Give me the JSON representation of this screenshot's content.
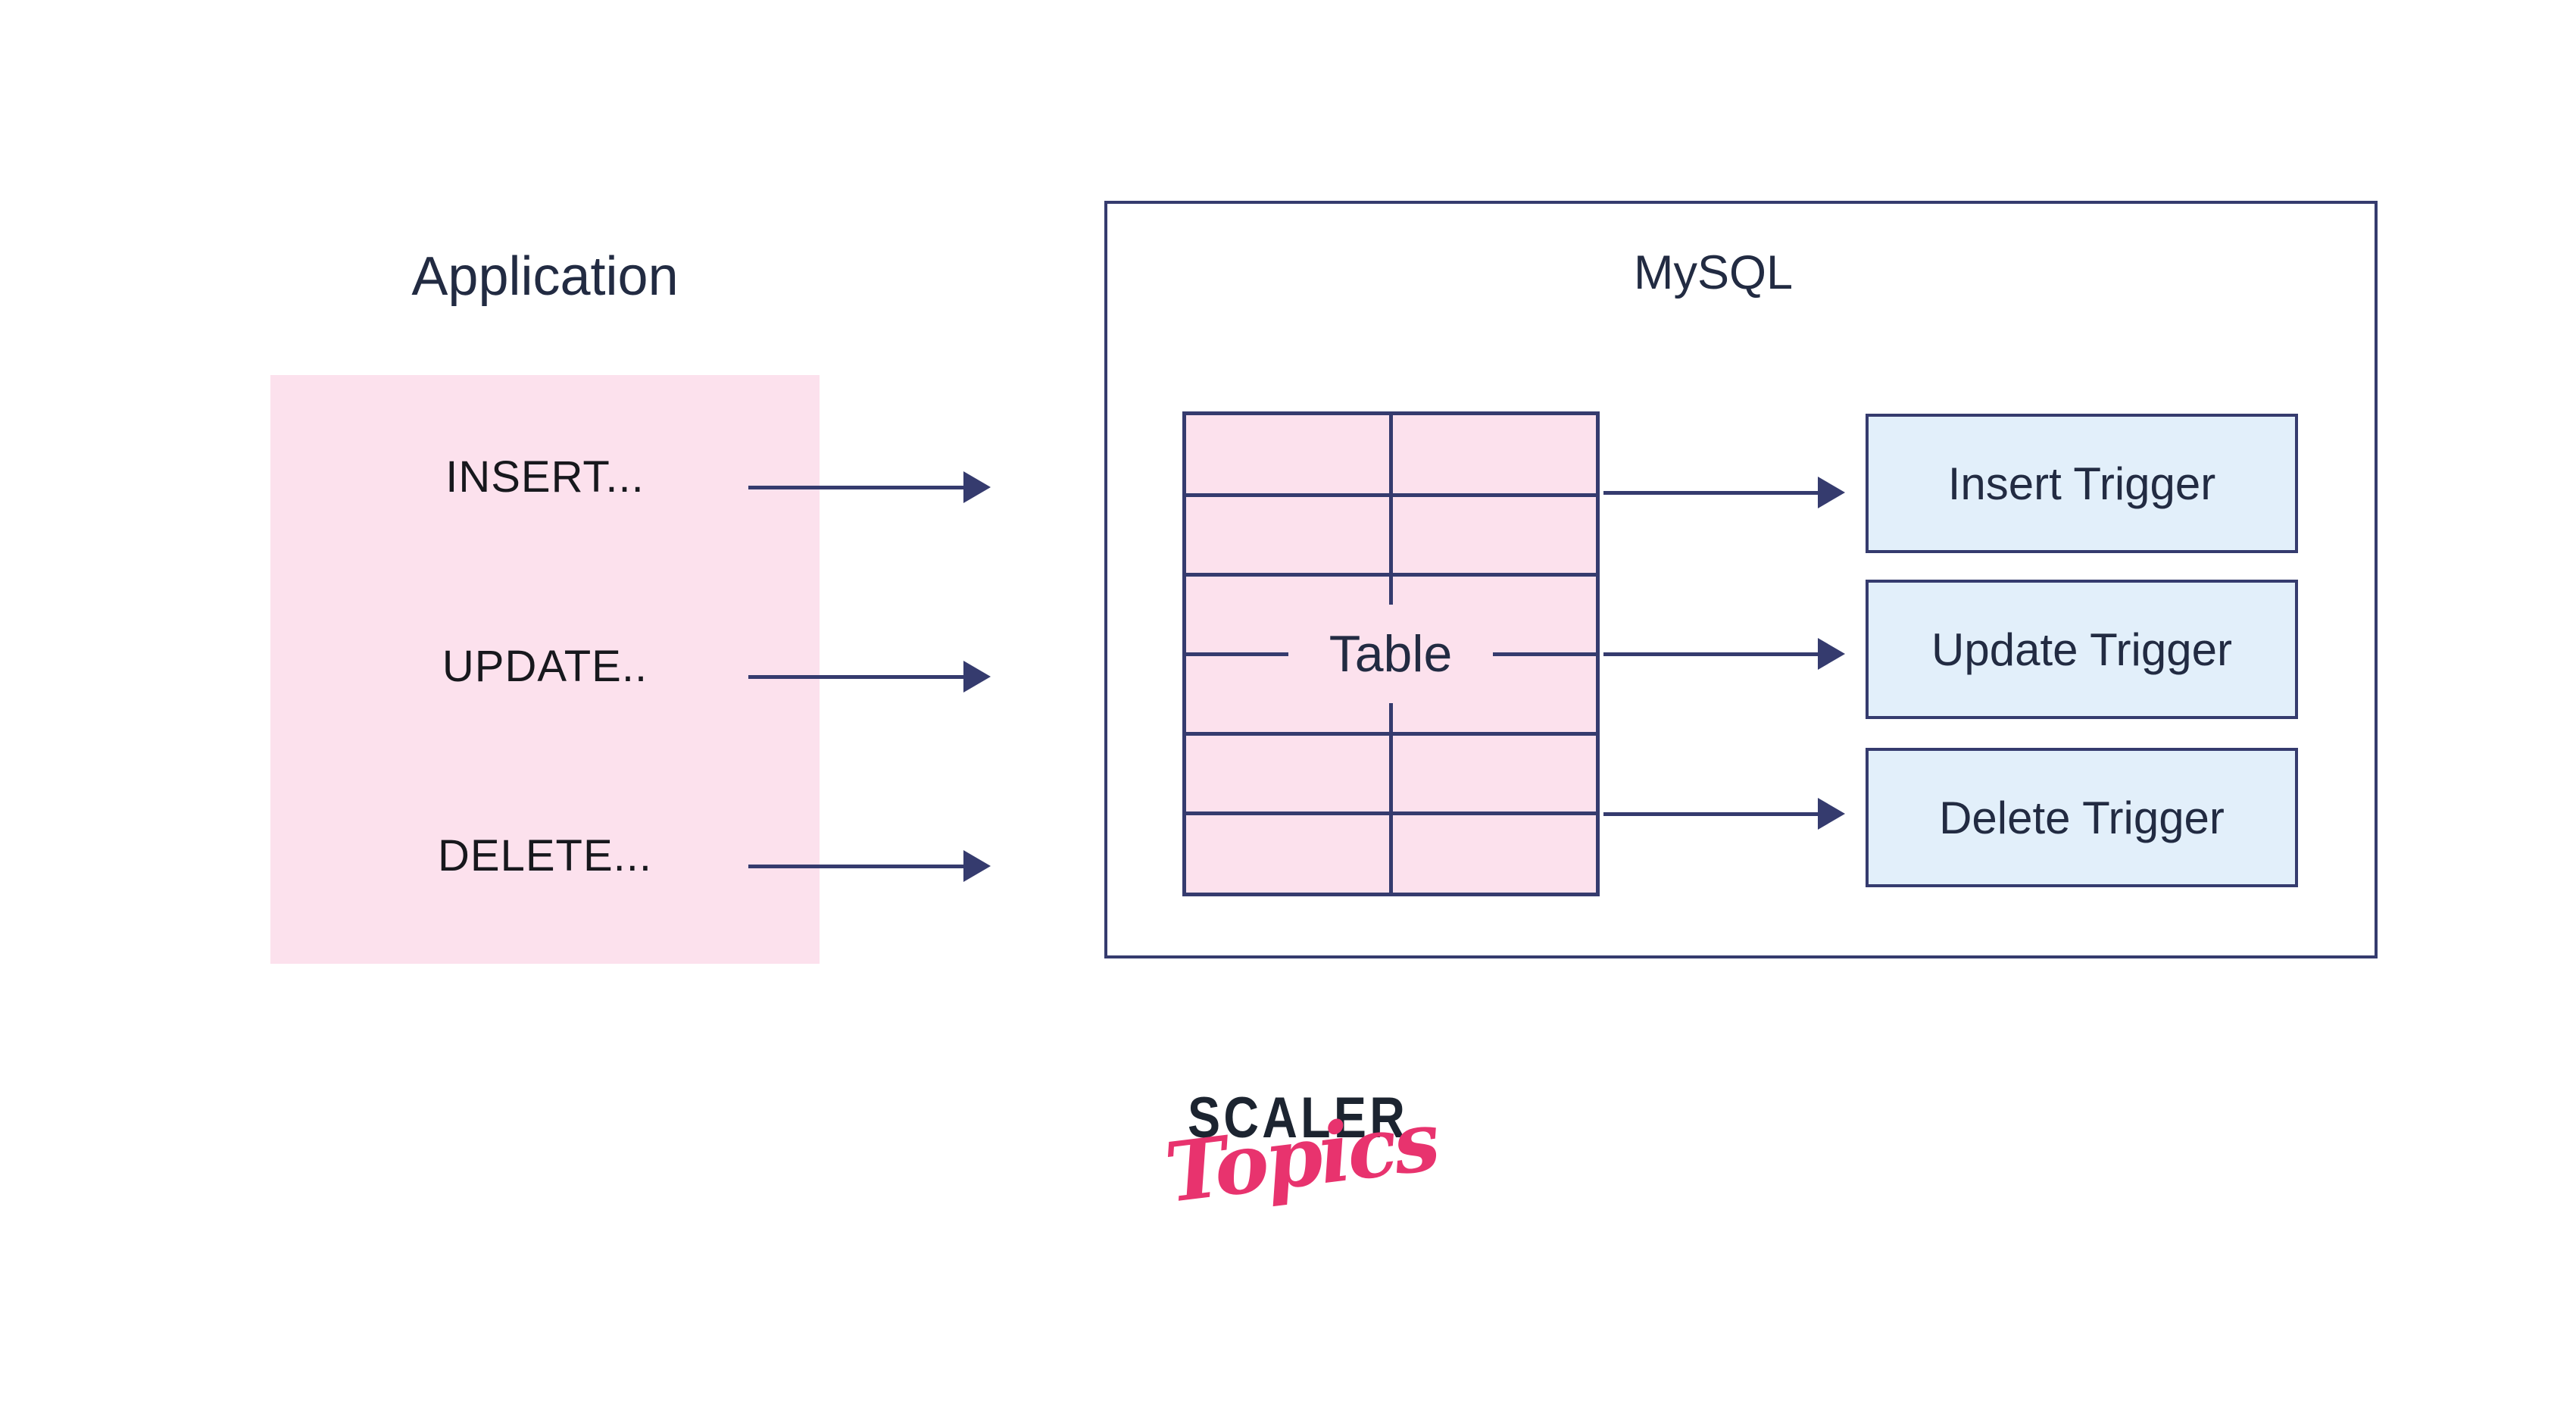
{
  "colors": {
    "navy": "#353b6e",
    "ink": "#222b42",
    "statement_ink": "#17181d",
    "pink_fill": "#fce1ed",
    "blue_fill": "#e2effa",
    "logo_navy": "#1c2430",
    "logo_pink": "#e8336e",
    "background": "#ffffff"
  },
  "application": {
    "title": "Application",
    "statements": [
      "INSERT...",
      "UPDATE..",
      "DELETE..."
    ]
  },
  "mysql": {
    "title": "MySQL",
    "table_label": "Table",
    "triggers": [
      "Insert Trigger",
      "Update Trigger",
      "Delete Trigger"
    ]
  },
  "logo": {
    "brand": "SCALER",
    "sub": "Topics"
  }
}
